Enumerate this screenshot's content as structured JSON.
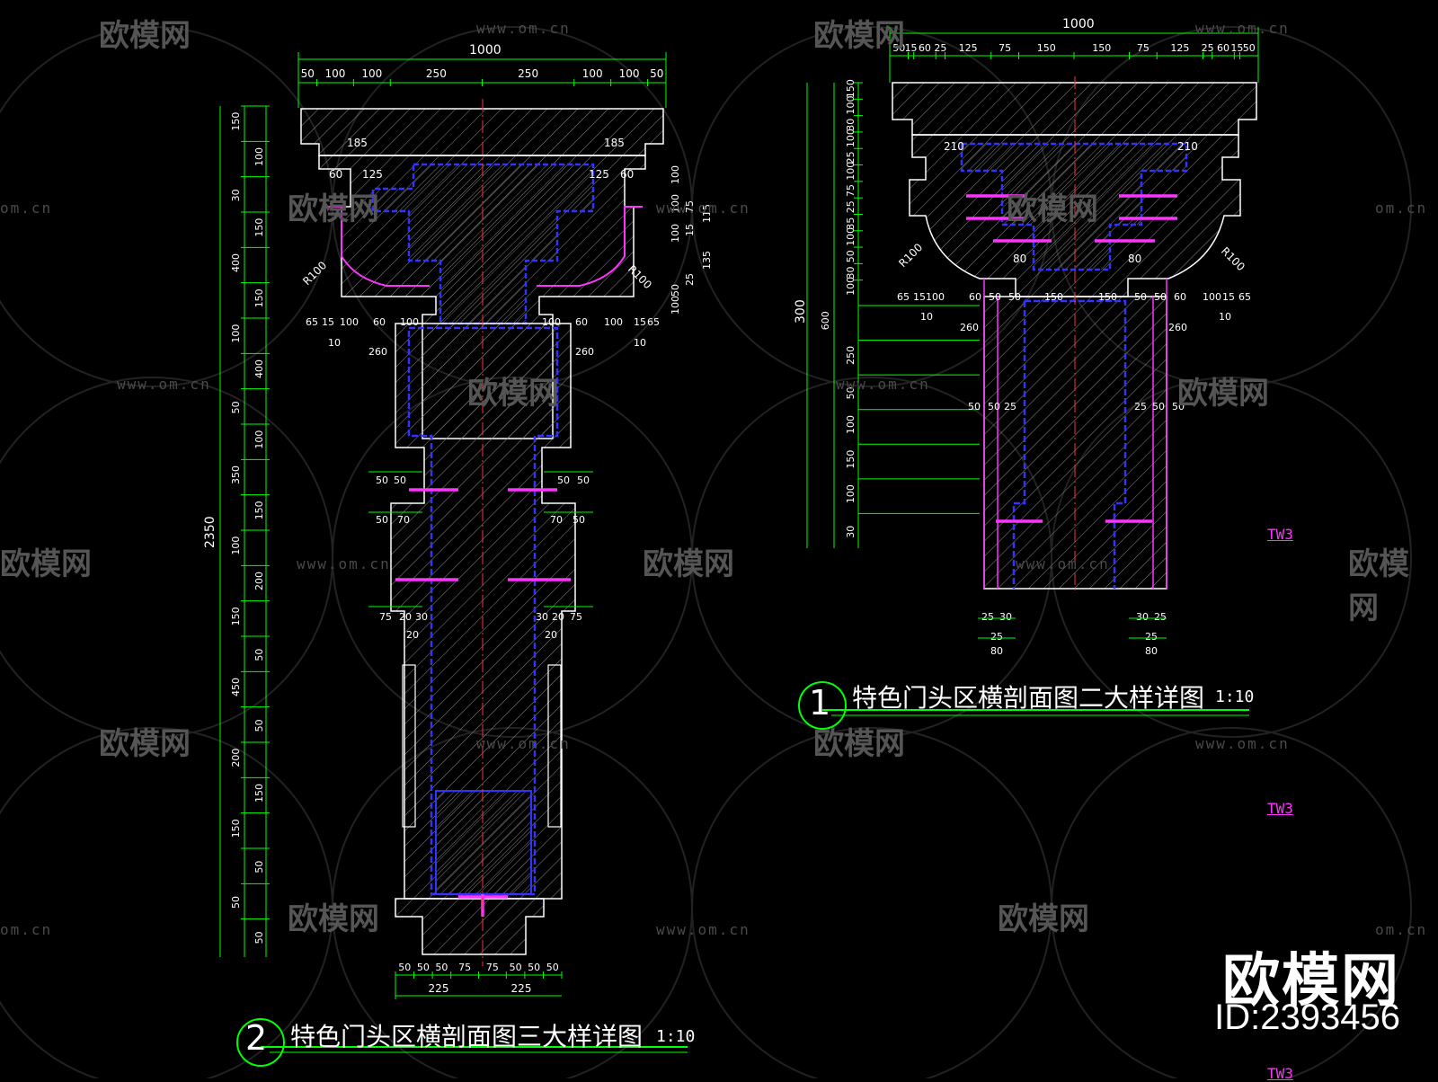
{
  "drawing_titles": {
    "detail_2": {
      "number": "2",
      "title": "特色门头区横剖面图三大样详图",
      "scale": "1:10"
    },
    "detail_1": {
      "number": "1",
      "title": "特色门头区横剖面图二大样详图",
      "scale": "1:10"
    }
  },
  "watermark": {
    "brand": "欧模网",
    "url": "www.om.cn",
    "url_short": "om.cn"
  },
  "brand": {
    "logo_text": "欧模网",
    "id_label": "ID:2393456"
  },
  "tags": [
    "TW3",
    "TW3",
    "TW3"
  ],
  "colors": {
    "background": "#000000",
    "dimension": "#00ff00",
    "outline": "#ffffff",
    "waterproof": "#3333ff",
    "anchor": "#ff33ff",
    "axis": "#ff3333",
    "hatch": "#9a9a9a",
    "cyan": "#00ffff"
  },
  "detail_2_dims": {
    "top_total": "1000",
    "top_chain": [
      "50",
      "100",
      "100",
      "250",
      "250",
      "100",
      "100",
      "50"
    ],
    "left_outer": "2350",
    "left_chain": [
      "150",
      "100",
      "30",
      "150",
      "400",
      "150",
      "100",
      "400",
      "50",
      "100",
      "350",
      "150",
      "100",
      "200",
      "150",
      "50",
      "450",
      "50",
      "200",
      "150",
      "150",
      "50",
      "50",
      "50"
    ],
    "cap_labels": [
      "185",
      "185",
      "60",
      "125",
      "125",
      "60"
    ],
    "cap_right": [
      "100",
      "100",
      "75",
      "115",
      "15",
      "100",
      "135",
      "25",
      "50",
      "100"
    ],
    "mid_row": [
      "65",
      "15",
      "100",
      "60",
      "100",
      "100",
      "60",
      "100",
      "15",
      "65"
    ],
    "mid_small": [
      "10",
      "260",
      "260",
      "10"
    ],
    "shaft_labels": [
      "50",
      "50",
      "50",
      "50",
      "50",
      "70",
      "70",
      "50",
      "75",
      "20",
      "30",
      "30",
      "20",
      "75",
      "20",
      "20"
    ],
    "radius": [
      "R100",
      "R100"
    ],
    "bottom_chain": [
      "50",
      "50",
      "50",
      "75",
      "75",
      "50",
      "50",
      "50"
    ],
    "bottom_sub": [
      "225",
      "225"
    ]
  },
  "detail_1_dims": {
    "top_total": "1000",
    "top_chain": [
      "50",
      "15",
      "60",
      "25",
      "125",
      "75",
      "150",
      "150",
      "75",
      "125",
      "25",
      "60",
      "15",
      "50"
    ],
    "left_outer": "300",
    "left_chain": [
      "150",
      "100",
      "30",
      "100",
      "25",
      "100",
      "75",
      "25",
      "35",
      "100",
      "50",
      "30",
      "100"
    ],
    "left_outer2": [
      "600",
      "250",
      "50",
      "100",
      "150",
      "100",
      "30"
    ],
    "cap_labels": [
      "210",
      "210",
      "80",
      "80"
    ],
    "mid_row": [
      "65",
      "15",
      "100",
      "60",
      "50",
      "50",
      "150",
      "150",
      "50",
      "50",
      "60",
      "100",
      "15",
      "65"
    ],
    "mid_small": [
      "10",
      "260",
      "260",
      "10"
    ],
    "shaft_labels": [
      "50",
      "50",
      "25",
      "25",
      "50",
      "50"
    ],
    "bottom_labels": [
      "25",
      "30",
      "25",
      "80",
      "30",
      "25",
      "25",
      "80"
    ],
    "radius": [
      "R100",
      "R100"
    ]
  }
}
